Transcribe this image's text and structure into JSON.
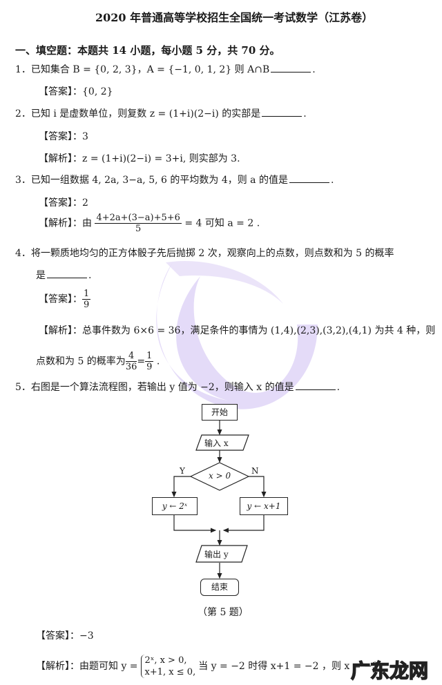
{
  "title": "2020 年普通高等学校招生全国统一考试数学（江苏卷）",
  "section": "一、填空题：本题共 14 小题，每小题 5 分，共 70 分。",
  "q1": {
    "text": "1．已知集合 B = {0, 2, 3}，A = {−1, 0, 1, 2} 则 A∩B",
    "answer": "【答案】：{0, 2}"
  },
  "q2": {
    "text": "2．已知 i 是虚数单位，则复数 z = (1+i)(2−i) 的实部是",
    "answer": "【答案】：3",
    "analysis": "【解析】：z = (1+i)(2−i) = 3+i, 则实部为 3."
  },
  "q3": {
    "text": "3．已知一组数据 4, 2a, 3−a, 5, 6 的平均数为 4，则 a 的值是",
    "answer": "【答案】：2",
    "analysis_pre": "【解析】：由",
    "frac_num": "4+2a+(3−a)+5+6",
    "frac_den": "5",
    "analysis_post": "= 4 可知 a = 2 ."
  },
  "q4": {
    "text": "4．将一颗质地均匀的正方体骰子先后抛掷 2 次，观察向上的点数，则点数和为 5 的概率",
    "text2": "是",
    "answer_label": "【答案】：",
    "answer_num": "1",
    "answer_den": "9",
    "analysis": "【解析】：总事件数为 6×6 = 36，满足条件的事情为 (1,4),(2,3),(3,2),(4,1) 为共 4 种，则",
    "analysis2_pre": "点数和为 5 的概率为",
    "f1n": "4",
    "f1d": "36",
    "f2n": "1",
    "f2d": "9"
  },
  "q5": {
    "text": "5．右图是一个算法流程图，若输出 y 值为 −2，则输入 x 的值是",
    "answer": "【答案】：−3",
    "analysis_pre": "【解析】：由题可知 y =",
    "case1": "2ˣ, x > 0,",
    "case2": "x+1, x ≤ 0,",
    "analysis_post": "当 y = −2 时得 x+1 = −2 ，则 x = −3"
  },
  "flowchart": {
    "start": "开始",
    "input": "输入 x",
    "cond": "x > 0",
    "yes": "Y",
    "no": "N",
    "left": "y ← 2ˣ",
    "right": "y ← x+1",
    "output": "输出 y",
    "end": "结束",
    "caption": "（第 5 题）"
  },
  "watermark": "广东龙网",
  "watermark_color": "#c9b8ee"
}
